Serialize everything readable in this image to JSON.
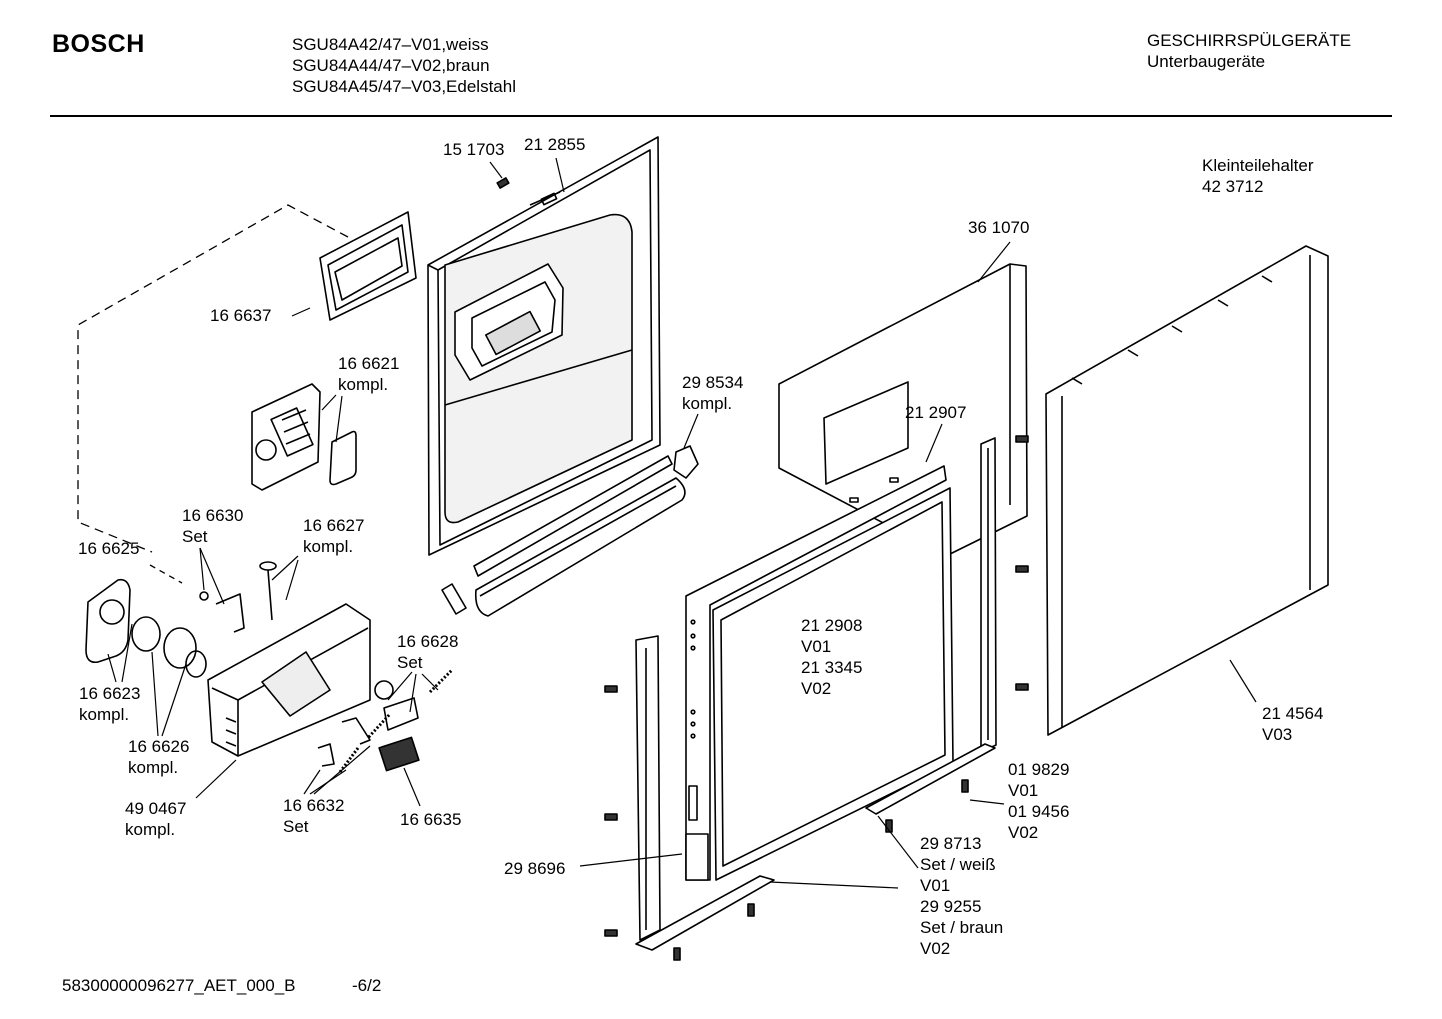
{
  "header": {
    "brand": "BOSCH",
    "models": [
      "SGU84A42/47–V01,weiss",
      "SGU84A44/47–V02,braun",
      "SGU84A45/47–V03,Edelstahl"
    ],
    "category_line1": "GESCHIRRSPÜLGERÄTE",
    "category_line2": "Unterbaugeräte"
  },
  "footer": {
    "doc_id": "58300000096277_AET_000_B",
    "page": "-6/2"
  },
  "labels": [
    {
      "id": "p151703",
      "lines": [
        "15 1703"
      ]
    },
    {
      "id": "p212855",
      "lines": [
        "21 2855"
      ]
    },
    {
      "id": "pklein",
      "lines": [
        "Kleinteilehalter",
        "42 3712"
      ]
    },
    {
      "id": "p361070",
      "lines": [
        "36 1070"
      ]
    },
    {
      "id": "p166637",
      "lines": [
        "16 6637"
      ]
    },
    {
      "id": "p166621",
      "lines": [
        "16 6621",
        "kompl."
      ]
    },
    {
      "id": "p298534",
      "lines": [
        "29 8534",
        "kompl."
      ]
    },
    {
      "id": "p212907",
      "lines": [
        "21 2907"
      ]
    },
    {
      "id": "p166630",
      "lines": [
        "16 6630",
        "Set"
      ]
    },
    {
      "id": "p166627",
      "lines": [
        "16 6627",
        "kompl."
      ]
    },
    {
      "id": "p166625",
      "lines": [
        "16 6625"
      ]
    },
    {
      "id": "p166628",
      "lines": [
        "16 6628",
        "Set"
      ]
    },
    {
      "id": "p212908",
      "lines": [
        "21 2908",
        "V01",
        "21 3345",
        "V02"
      ]
    },
    {
      "id": "p166623",
      "lines": [
        "16 6623",
        "kompl."
      ]
    },
    {
      "id": "p214564",
      "lines": [
        "21 4564",
        "V03"
      ]
    },
    {
      "id": "p166626",
      "lines": [
        "16 6626",
        "kompl."
      ]
    },
    {
      "id": "p019829",
      "lines": [
        "01 9829",
        "V01",
        "01 9456",
        "V02"
      ]
    },
    {
      "id": "p490467",
      "lines": [
        "49 0467",
        "kompl."
      ]
    },
    {
      "id": "p166632",
      "lines": [
        "16 6632",
        "Set"
      ]
    },
    {
      "id": "p166635",
      "lines": [
        "16 6635"
      ]
    },
    {
      "id": "p298713",
      "lines": [
        "29 8713",
        "Set / weiß",
        "V01",
        "29 9255",
        "Set / braun",
        "V02"
      ]
    },
    {
      "id": "p298696",
      "lines": [
        "29 8696"
      ]
    }
  ]
}
